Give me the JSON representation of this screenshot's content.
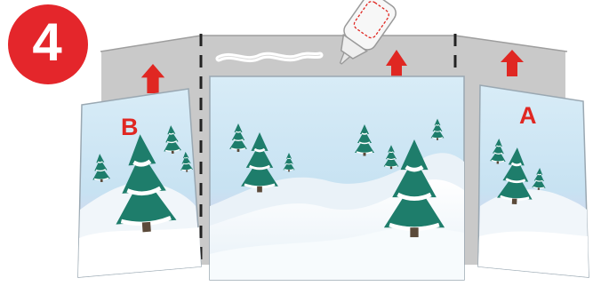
{
  "step": {
    "number": "4"
  },
  "panels": {
    "left": {
      "label": "B"
    },
    "right": {
      "label": "A"
    }
  },
  "colors": {
    "badge": "#e4262b",
    "arrow": "#e02722",
    "backing": "#c9c9c9",
    "tree": "#1e7d6b",
    "snow": "#f4f8fb",
    "sky": "#c9e3f2"
  },
  "icons": [
    "glue-bottle-icon",
    "arrow-up-icon",
    "pine-tree-icon"
  ]
}
